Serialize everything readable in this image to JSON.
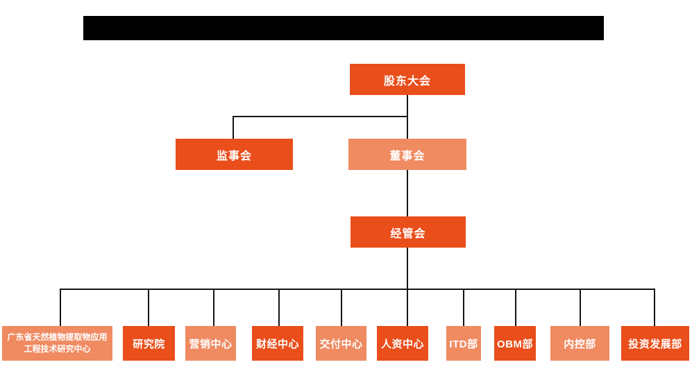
{
  "diagram": {
    "type": "org-chart",
    "title_bar": {
      "redacted": true,
      "text": ""
    },
    "levels": {
      "level1": {
        "label": "股东大会",
        "variant": "dark"
      },
      "level2": [
        {
          "label": "监事会",
          "variant": "dark"
        },
        {
          "label": "董事会",
          "variant": "light"
        }
      ],
      "level3": {
        "label": "经管会",
        "variant": "dark"
      },
      "level4": [
        {
          "label": "广东省天然植物提取物应用工程技术研究中心",
          "variant": "light"
        },
        {
          "label": "研究院",
          "variant": "dark"
        },
        {
          "label": "营销中心",
          "variant": "light"
        },
        {
          "label": "财经中心",
          "variant": "dark"
        },
        {
          "label": "交付中心",
          "variant": "light"
        },
        {
          "label": "人资中心",
          "variant": "dark"
        },
        {
          "label": "ITD部",
          "variant": "light"
        },
        {
          "label": "OBM部",
          "variant": "dark"
        },
        {
          "label": "内控部",
          "variant": "light"
        },
        {
          "label": "投资发展部",
          "variant": "dark"
        }
      ]
    }
  },
  "colors": {
    "box_dark": "#E94E1B",
    "box_light": "#EF8A61",
    "box_text": "#FFFFFF",
    "connector": "#141414",
    "redacted_bar": "#000000",
    "background": "#FFFFFF"
  }
}
